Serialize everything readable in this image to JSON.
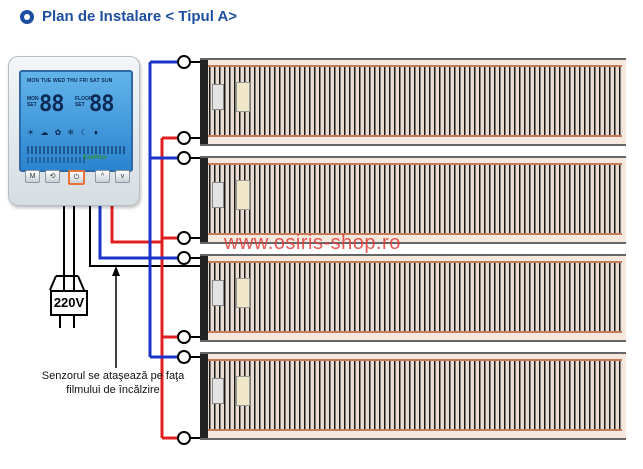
{
  "title": "Plan de Instalare < Tipul A>",
  "thermostat": {
    "lcd_days": "MON TUE WED THU FRI SAT SUN",
    "lcd_left_value": "88",
    "lcd_right_value": "88",
    "lcd_left_tag": "MON SET",
    "lcd_right_tag": "FLOOR SET",
    "lcd_icons": "☀ ☁ ✿ ❄ ☾ ♦",
    "brand": "ExaPlus",
    "buttons": [
      "M",
      "⟲",
      "⏻",
      "^",
      "v"
    ]
  },
  "voltage_label": "220V",
  "sensor_note": "Senzorul se ataşează pe faţa filmului de încălzire",
  "watermark": "www.osiris-shop.ro",
  "colors": {
    "title": "#1f4fa0",
    "live_wire": "#e02020",
    "neutral_wire": "#1c34c8",
    "watermark": "#e23b3b"
  },
  "heater_count": 4
}
